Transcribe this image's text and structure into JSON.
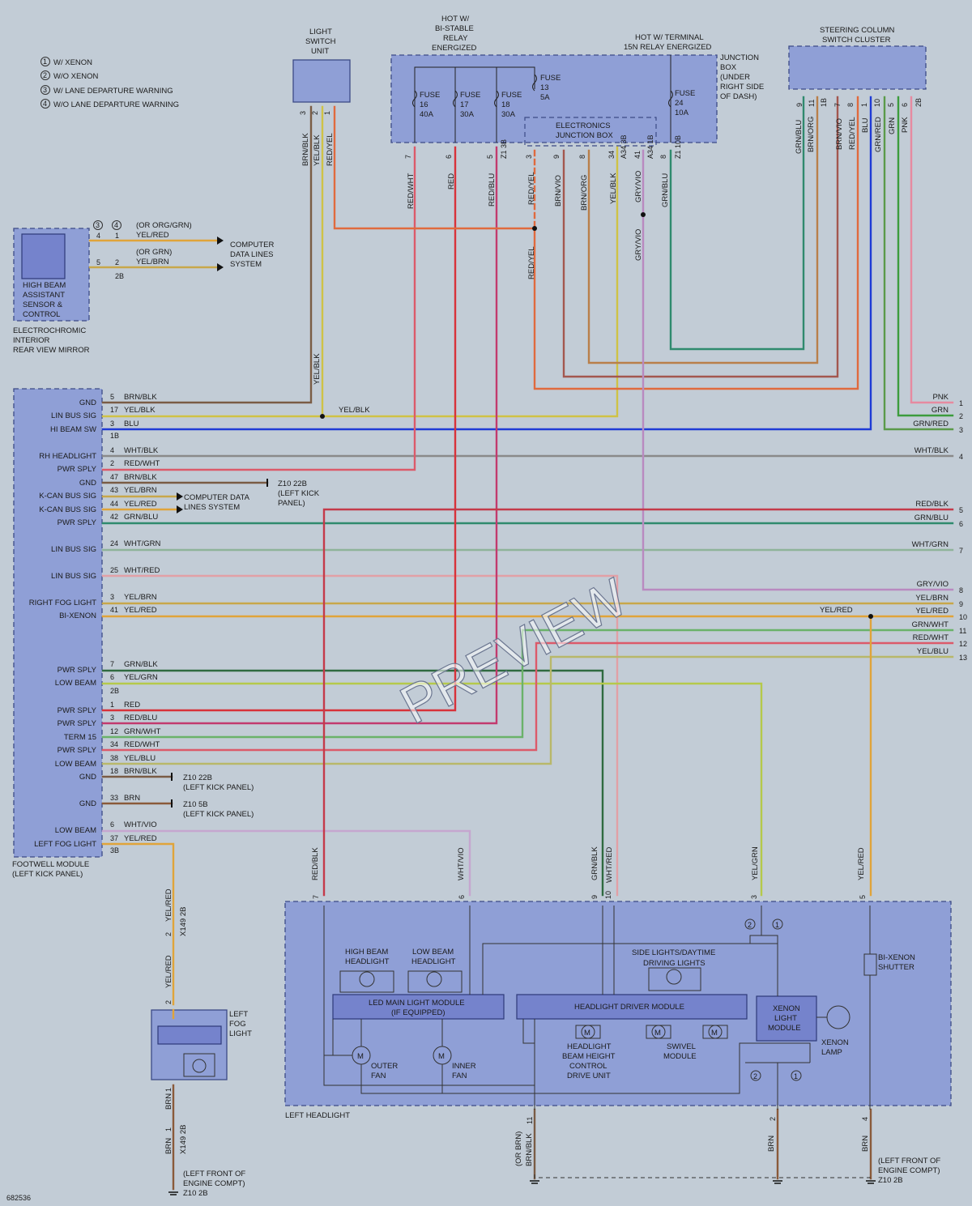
{
  "doc": {
    "id": "682536",
    "watermark": "PREVIEW"
  },
  "legend": [
    {
      "n": "1",
      "text": "W/ XENON"
    },
    {
      "n": "2",
      "text": "W/O XENON"
    },
    {
      "n": "3",
      "text": "W/ LANE DEPARTURE WARNING"
    },
    {
      "n": "4",
      "text": "W/O LANE DEPARTURE WARNING"
    }
  ],
  "components": {
    "light_switch": [
      "LIGHT",
      "SWITCH",
      "UNIT"
    ],
    "relay": [
      "HOT W/",
      "BI-STABLE",
      "RELAY",
      "ENERGIZED"
    ],
    "terminal_15n": [
      "HOT W/ TERMINAL",
      "15N RELAY ENERGIZED"
    ],
    "junction_box": [
      "JUNCTION",
      "BOX",
      "(UNDER",
      "RIGHT SIDE",
      "OF DASH)"
    ],
    "electronics_jb": [
      "ELECTRONICS",
      "JUNCTION BOX"
    ],
    "steering": [
      "STEERING COLUMN",
      "SWITCH CLUSTER"
    ],
    "mirror_module": [
      "HIGH BEAM",
      "ASSISTANT",
      "SENSOR &",
      "CONTROL"
    ],
    "mirror": [
      "ELECTROCHROMIC",
      "INTERIOR",
      "REAR VIEW MIRROR"
    ],
    "footwell": [
      "FOOTWELL MODULE",
      "(LEFT KICK PANEL)"
    ],
    "left_headlight": "LEFT HEADLIGHT",
    "fog": [
      "LEFT",
      "FOG",
      "LIGHT"
    ],
    "high_beam_hl": [
      "HIGH BEAM",
      "HEADLIGHT"
    ],
    "low_beam_hl": [
      "LOW BEAM",
      "HEADLIGHT"
    ],
    "side_lights": [
      "SIDE LIGHTS/DAYTIME",
      "DRIVING LIGHTS"
    ],
    "led_module": [
      "LED MAIN LIGHT MODULE",
      "(IF EQUIPPED)"
    ],
    "driver_module": "HEADLIGHT DRIVER MODULE",
    "xenon_module": [
      "XENON",
      "LIGHT",
      "MODULE"
    ],
    "xenon_lamp": [
      "XENON",
      "LAMP"
    ],
    "shutter": [
      "BI-XENON",
      "SHUTTER"
    ],
    "outer_fan": [
      "OUTER",
      "FAN"
    ],
    "inner_fan": [
      "INNER",
      "FAN"
    ],
    "beam_height": [
      "HEADLIGHT",
      "BEAM HEIGHT",
      "CONTROL",
      "DRIVE UNIT"
    ],
    "swivel": [
      "SWIVEL",
      "MODULE"
    ],
    "comp_data": [
      "COMPUTER",
      "DATA LINES",
      "SYSTEM"
    ],
    "comp_data2": [
      "COMPUTER DATA",
      "LINES SYSTEM"
    ],
    "motor": "M"
  },
  "fuses": [
    {
      "label": "FUSE",
      "num": "16",
      "amp": "40A"
    },
    {
      "label": "FUSE",
      "num": "17",
      "amp": "30A"
    },
    {
      "label": "FUSE",
      "num": "18",
      "amp": "30A"
    },
    {
      "label": "FUSE",
      "num": "13",
      "amp": "5A"
    },
    {
      "label": "FUSE",
      "num": "24",
      "amp": "10A"
    }
  ],
  "top_pins": {
    "light_switch": [
      "3",
      "2",
      "1"
    ],
    "jb": [
      "7",
      "6",
      "5",
      "Z1 3B",
      "3",
      "9",
      "8",
      "34",
      "A34 3B",
      "41",
      "A34 1B",
      "8",
      "Z1 10B"
    ],
    "steering": [
      "9",
      "11",
      "1B",
      "7",
      "8",
      "1",
      "10",
      "5",
      "6",
      "2B"
    ]
  },
  "top_wires": {
    "light_switch": [
      "BRN/BLK",
      "YEL/BLK",
      "RED/YEL"
    ],
    "jb": [
      "RED/WHT",
      "RED",
      "RED/BLU",
      "RED/YEL",
      "RED/YEL",
      "BRN/VIO",
      "BRN/ORG",
      "YEL/BLK",
      "GRY/VIO",
      "GRY/VIO",
      "GRN/BLU"
    ],
    "steering": [
      "GRN/BLU",
      "BRN/ORG",
      "BRN/VIO",
      "RED/YEL",
      "BLU",
      "GRN/RED",
      "GRN",
      "PNK"
    ],
    "yel_blk_vertical": "YEL/BLK"
  },
  "mirror_pins": {
    "h3": "3",
    "h4": "4",
    "rows": [
      {
        "a": "4",
        "b": "1",
        "alt": "(OR ORG/GRN)",
        "wire": "YEL/RED"
      },
      {
        "a": "5",
        "b": "2",
        "alt": "(OR GRN)",
        "wire": "YEL/BRN"
      }
    ],
    "conn": "2B"
  },
  "footwell_rows": [
    {
      "label": "GND",
      "pin": "5",
      "wire": "BRN/BLK"
    },
    {
      "label": "LIN BUS SIG",
      "pin": "17",
      "wire": "YEL/BLK"
    },
    {
      "label": "HI BEAM SW",
      "pin": "3",
      "wire": "BLU"
    },
    {
      "label": "RH HEADLIGHT",
      "pin": "4",
      "wire": "WHT/BLK"
    },
    {
      "label": "PWR SPLY",
      "pin": "2",
      "wire": "RED/WHT"
    },
    {
      "label": "GND",
      "pin": "47",
      "wire": "BRN/BLK"
    },
    {
      "label": "K-CAN BUS SIG",
      "pin": "43",
      "wire": "YEL/BRN"
    },
    {
      "label": "K-CAN BUS SIG",
      "pin": "44",
      "wire": "YEL/RED"
    },
    {
      "label": "PWR SPLY",
      "pin": "42",
      "wire": "GRN/BLU"
    },
    {
      "label": "LIN BUS SIG",
      "pin": "24",
      "wire": "WHT/GRN"
    },
    {
      "label": "LIN BUS SIG",
      "pin": "25",
      "wire": "WHT/RED"
    },
    {
      "label": "RIGHT FOG LIGHT",
      "pin": "3",
      "wire": "YEL/BRN"
    },
    {
      "label": "BI-XENON",
      "pin": "41",
      "wire": "YEL/RED"
    },
    {
      "label": "PWR SPLY",
      "pin": "7",
      "wire": "GRN/BLK"
    },
    {
      "label": "LOW BEAM",
      "pin": "6",
      "wire": "YEL/GRN"
    },
    {
      "label": "PWR SPLY",
      "pin": "1",
      "wire": "RED"
    },
    {
      "label": "PWR SPLY",
      "pin": "3",
      "wire": "RED/BLU"
    },
    {
      "label": "TERM 15",
      "pin": "12",
      "wire": "GRN/WHT"
    },
    {
      "label": "PWR SPLY",
      "pin": "34",
      "wire": "RED/WHT"
    },
    {
      "label": "LOW BEAM",
      "pin": "38",
      "wire": "YEL/BLU"
    },
    {
      "label": "GND",
      "pin": "18",
      "wire": "BRN/BLK"
    },
    {
      "label": "GND",
      "pin": "33",
      "wire": "BRN"
    },
    {
      "label": "LOW BEAM",
      "pin": "6",
      "wire": "WHT/VIO"
    },
    {
      "label": "LEFT FOG LIGHT",
      "pin": "37",
      "wire": "YEL/RED"
    }
  ],
  "footwell_conns": [
    "1B",
    "2B",
    "3B"
  ],
  "grounds": {
    "g1": [
      "Z10 22B",
      "(LEFT KICK",
      "PANEL)"
    ],
    "g2": [
      "Z10 22B",
      "(LEFT KICK PANEL)"
    ],
    "g3": [
      "Z10 5B",
      "(LEFT KICK PANEL)"
    ],
    "g4": [
      "(LEFT FRONT OF",
      "ENGINE COMPT)",
      "Z10 2B"
    ],
    "g5": [
      "(LEFT FRONT OF",
      "ENGINE COMPT)",
      "Z10 2B"
    ]
  },
  "right_labels": [
    {
      "wire": "PNK",
      "num": "1"
    },
    {
      "wire": "GRN",
      "num": "2"
    },
    {
      "wire": "GRN/RED",
      "num": "3"
    },
    {
      "wire": "WHT/BLK",
      "num": "4"
    },
    {
      "wire": "RED/BLK",
      "num": "5"
    },
    {
      "wire": "GRN/BLU",
      "num": "6"
    },
    {
      "wire": "WHT/GRN",
      "num": "7"
    },
    {
      "wire": "GRY/VIO",
      "num": "8"
    },
    {
      "wire": "YEL/BRN",
      "num": "9"
    },
    {
      "wire": "YEL/RED",
      "num": "10"
    },
    {
      "wire": "GRN/WHT",
      "num": "11"
    },
    {
      "wire": "RED/WHT",
      "num": "12"
    },
    {
      "wire": "YEL/BLU",
      "num": "13"
    }
  ],
  "mid_labels": {
    "yel_blk": "YEL/BLK",
    "yel_red": "YEL/RED"
  },
  "headlight": {
    "pins": [
      "7",
      "6",
      "9",
      "10",
      "3",
      "5"
    ],
    "wires": [
      "RED/BLK",
      "WHT/VIO",
      "GRN/BLK",
      "WHT/RED",
      "YEL/GRN",
      "YEL/RED"
    ],
    "bottom_pins": [
      "11",
      "2",
      "4"
    ],
    "bottom_wires": [
      "(OR BRN)",
      "BRN/BLK",
      "BRN",
      "BRN"
    ],
    "sel1": "1",
    "sel2": "2"
  },
  "fog_conn": {
    "top_wire": "YEL/RED",
    "top_pin": "2",
    "top_conn": "X149 2B",
    "mid_wire": "YEL/RED",
    "mid_pin": "2",
    "bot_pin": "1",
    "bot_wire": "BRN",
    "bot_pin2": "1",
    "bot_conn": "X149 2B",
    "bot_wire2": "BRN"
  }
}
